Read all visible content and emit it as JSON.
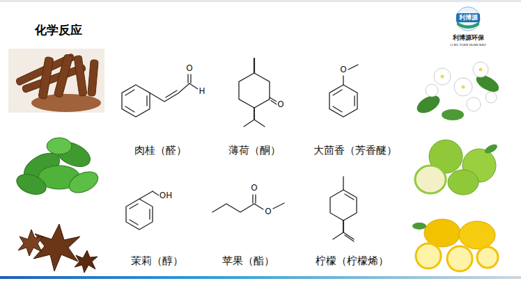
{
  "diagram": {
    "title": "化学反应",
    "labels": [
      "利博源",
      "利博源环保",
      "LI BO YUAN HUAN BAO",
      "H",
      "O",
      "肉桂（醛）",
      "O",
      "薄荷（酮）",
      "O",
      "大茴香（芳香醚）",
      "OH",
      "茉莉（醇）",
      "O",
      "O",
      "苹果（酯）",
      "柠檬（柠檬烯）"
    ]
  }
}
